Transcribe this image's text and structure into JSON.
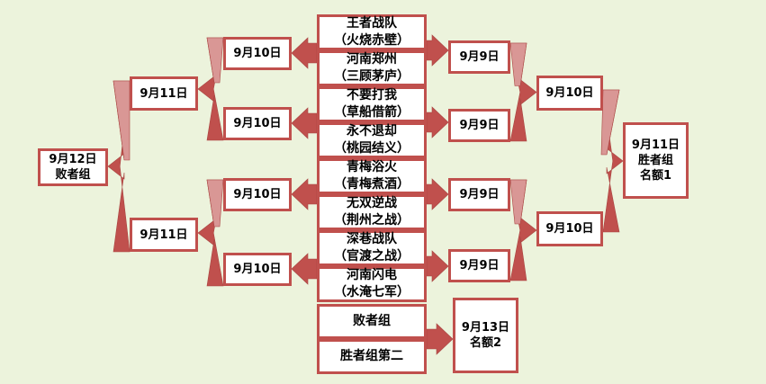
{
  "teams": [
    {
      "name": "王者战队",
      "sub": "（火烧赤壁）"
    },
    {
      "name": "河南郑州",
      "sub": "（三顾茅庐）"
    },
    {
      "name": "不要打我",
      "sub": "（草船借箭）"
    },
    {
      "name": "永不退却",
      "sub": "（桃园结义）"
    },
    {
      "name": "青梅浴火",
      "sub": "（青梅煮酒）"
    },
    {
      "name": "无双逆战",
      "sub": "（荆州之战）"
    },
    {
      "name": "深巷战队",
      "sub": "（官渡之战）"
    },
    {
      "name": "河南闪电",
      "sub": "（水淹七军）"
    }
  ],
  "losers_bracket": {
    "round1": [
      "9月10日",
      "9月10日",
      "9月10日",
      "9月10日"
    ],
    "round2": [
      "9月11日",
      "9月11日"
    ],
    "final": [
      "9月12日",
      "败者组"
    ]
  },
  "winners_bracket": {
    "round1": [
      "9月9日",
      "9月9日",
      "9月9日",
      "9月9日"
    ],
    "round2": [
      "9月10日",
      "9月10日"
    ],
    "final": [
      "9月11日",
      "胜者组",
      "名额1"
    ]
  },
  "playoff": {
    "entrants": [
      "败者组",
      "胜者组第二"
    ],
    "result": [
      "9月13日",
      "名额2"
    ]
  },
  "colors": {
    "background": "#ecf3dc",
    "arrow_fill": "#c0504d",
    "arrow_light": "#d99795",
    "box_border": "#c0504d",
    "box_fill": "#ffffff"
  }
}
